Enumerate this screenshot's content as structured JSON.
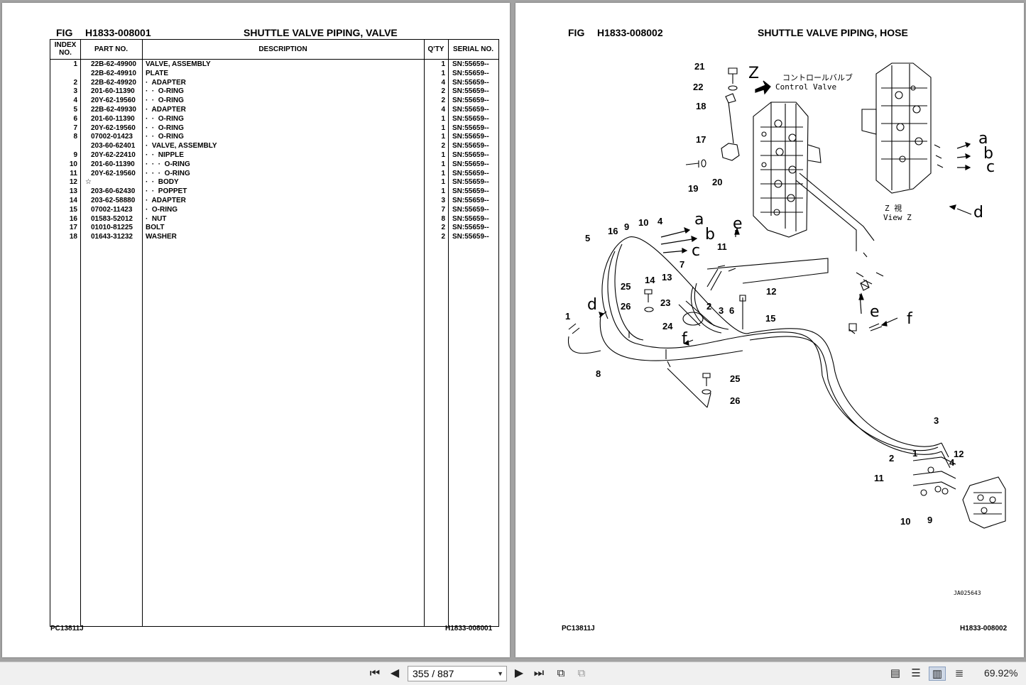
{
  "left_page": {
    "fig_label": "FIG",
    "fig_no": "H1833-008001",
    "title": "SHUTTLE VALVE PIPING, VALVE",
    "headers": {
      "index": "INDEX\nNO.",
      "part_no": "PART NO.",
      "description": "DESCRIPTION",
      "qty": "Q'TY",
      "serial": "SERIAL NO."
    },
    "rows": [
      {
        "idx": "1",
        "star": "",
        "part": "22B-62-49900",
        "desc": "VALVE, ASSEMBLY",
        "qty": "1",
        "sn": "SN:55659--"
      },
      {
        "idx": "",
        "star": "",
        "part": "22B-62-49910",
        "desc": "PLATE",
        "qty": "1",
        "sn": "SN:55659--"
      },
      {
        "idx": "2",
        "star": "",
        "part": "22B-62-49920",
        "desc": "·  ADAPTER",
        "qty": "4",
        "sn": "SN:55659--"
      },
      {
        "idx": "3",
        "star": "",
        "part": "201-60-11390",
        "desc": "·  ·  O-RING",
        "qty": "2",
        "sn": "SN:55659--"
      },
      {
        "idx": "4",
        "star": "",
        "part": "20Y-62-19560",
        "desc": "·  ·  O-RING",
        "qty": "2",
        "sn": "SN:55659--"
      },
      {
        "idx": "5",
        "star": "",
        "part": "22B-62-49930",
        "desc": "·  ADAPTER",
        "qty": "4",
        "sn": "SN:55659--"
      },
      {
        "idx": "6",
        "star": "",
        "part": "201-60-11390",
        "desc": "·  ·  O-RING",
        "qty": "1",
        "sn": "SN:55659--"
      },
      {
        "idx": "7",
        "star": "",
        "part": "20Y-62-19560",
        "desc": "·  ·  O-RING",
        "qty": "1",
        "sn": "SN:55659--"
      },
      {
        "idx": "8",
        "star": "",
        "part": "07002-01423",
        "desc": "·  ·  O-RING",
        "qty": "1",
        "sn": "SN:55659--"
      },
      {
        "idx": "",
        "star": "",
        "part": "203-60-62401",
        "desc": "·  VALVE, ASSEMBLY",
        "qty": "2",
        "sn": "SN:55659--"
      },
      {
        "idx": "9",
        "star": "",
        "part": "20Y-62-22410",
        "desc": "·  ·  NIPPLE",
        "qty": "1",
        "sn": "SN:55659--"
      },
      {
        "idx": "10",
        "star": "",
        "part": "201-60-11390",
        "desc": "·  ·  ·  O-RING",
        "qty": "1",
        "sn": "SN:55659--"
      },
      {
        "idx": "11",
        "star": "",
        "part": "20Y-62-19560",
        "desc": "·  ·  ·  O-RING",
        "qty": "1",
        "sn": "SN:55659--"
      },
      {
        "idx": "12",
        "star": "☆",
        "part": "",
        "desc": "·  ·  BODY",
        "qty": "1",
        "sn": "SN:55659--"
      },
      {
        "idx": "13",
        "star": "",
        "part": "203-60-62430",
        "desc": "·  ·  POPPET",
        "qty": "1",
        "sn": "SN:55659--"
      },
      {
        "idx": "14",
        "star": "",
        "part": "203-62-58880",
        "desc": "·  ADAPTER",
        "qty": "3",
        "sn": "SN:55659--"
      },
      {
        "idx": "15",
        "star": "",
        "part": "07002-11423",
        "desc": "·  O-RING",
        "qty": "7",
        "sn": "SN:55659--"
      },
      {
        "idx": "16",
        "star": "",
        "part": "01583-52012",
        "desc": "·  NUT",
        "qty": "8",
        "sn": "SN:55659--"
      },
      {
        "idx": "17",
        "star": "",
        "part": "01010-81225",
        "desc": "BOLT",
        "qty": "2",
        "sn": "SN:55659--"
      },
      {
        "idx": "18",
        "star": "",
        "part": "01643-31232",
        "desc": "WASHER",
        "qty": "2",
        "sn": "SN:55659--"
      }
    ],
    "footer_left": "PC13811J",
    "footer_right": "H1833-008001"
  },
  "right_page": {
    "fig_label": "FIG",
    "fig_no": "H1833-008002",
    "title": "SHUTTLE VALVE PIPING, HOSE",
    "view_z_jp": "コントロールバルブ",
    "view_z_en": "Control Valve",
    "view_z_label_jp": "Z 視",
    "view_z_label_en": "View Z",
    "drawing_code": "JA025643",
    "callouts": [
      "1",
      "2",
      "3",
      "4",
      "5",
      "6",
      "7",
      "8",
      "9",
      "10",
      "11",
      "12",
      "13",
      "14",
      "15",
      "16",
      "17",
      "18",
      "19",
      "20",
      "21",
      "22",
      "23",
      "24",
      "25",
      "26"
    ],
    "letters": [
      "a",
      "b",
      "c",
      "d",
      "e",
      "f",
      "Z"
    ],
    "footer_left": "PC13811J",
    "footer_right": "H1833-008002"
  },
  "toolbar": {
    "page_indicator": "355 / 887",
    "zoom": "69.92%"
  }
}
